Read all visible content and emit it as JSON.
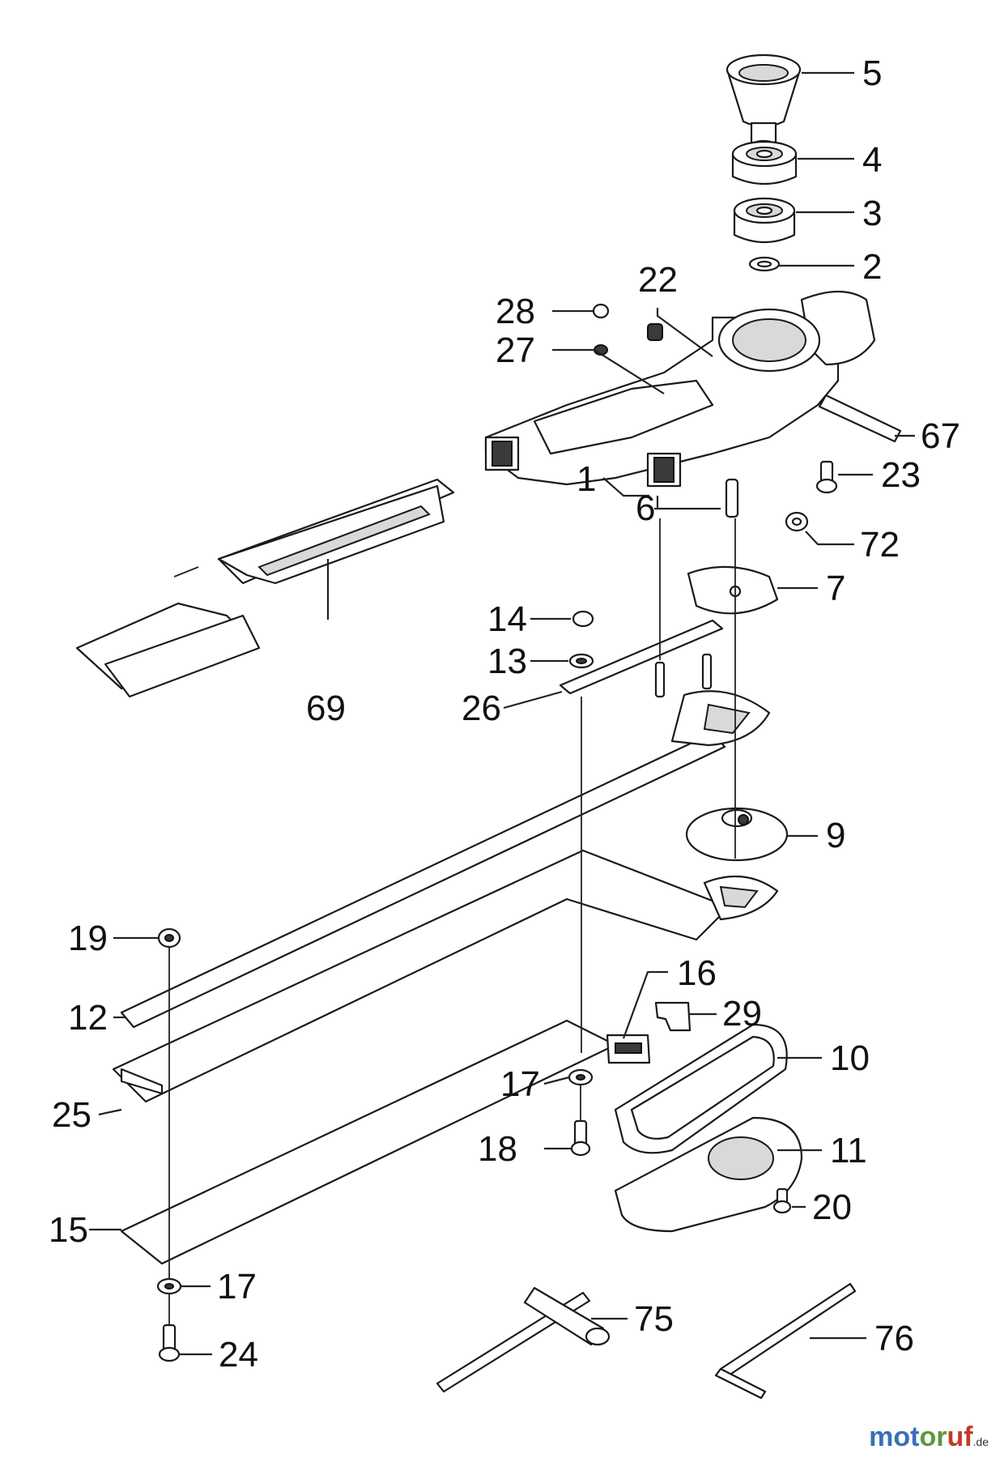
{
  "diagram": {
    "labels": [
      {
        "id": "p5",
        "text": "5"
      },
      {
        "id": "p4",
        "text": "4"
      },
      {
        "id": "p3",
        "text": "3"
      },
      {
        "id": "p2",
        "text": "2"
      },
      {
        "id": "p22",
        "text": "22"
      },
      {
        "id": "p28",
        "text": "28"
      },
      {
        "id": "p27",
        "text": "27"
      },
      {
        "id": "p67",
        "text": "67"
      },
      {
        "id": "p23",
        "text": "23"
      },
      {
        "id": "p1",
        "text": "1"
      },
      {
        "id": "p6",
        "text": "6"
      },
      {
        "id": "p72",
        "text": "72"
      },
      {
        "id": "p7",
        "text": "7"
      },
      {
        "id": "p14",
        "text": "14"
      },
      {
        "id": "p13",
        "text": "13"
      },
      {
        "id": "p26",
        "text": "26"
      },
      {
        "id": "p69",
        "text": "69"
      },
      {
        "id": "p9",
        "text": "9"
      },
      {
        "id": "p19",
        "text": "19"
      },
      {
        "id": "p16",
        "text": "16"
      },
      {
        "id": "p12",
        "text": "12"
      },
      {
        "id": "p29",
        "text": "29"
      },
      {
        "id": "p10",
        "text": "10"
      },
      {
        "id": "p17a",
        "text": "17"
      },
      {
        "id": "p25",
        "text": "25"
      },
      {
        "id": "p11",
        "text": "11"
      },
      {
        "id": "p18",
        "text": "18"
      },
      {
        "id": "p20",
        "text": "20"
      },
      {
        "id": "p15",
        "text": "15"
      },
      {
        "id": "p17b",
        "text": "17"
      },
      {
        "id": "p75",
        "text": "75"
      },
      {
        "id": "p76",
        "text": "76"
      },
      {
        "id": "p24",
        "text": "24"
      }
    ]
  },
  "watermark": {
    "part1": "mot",
    "part2": "or",
    "part3": "uf",
    "part4": ".de"
  }
}
